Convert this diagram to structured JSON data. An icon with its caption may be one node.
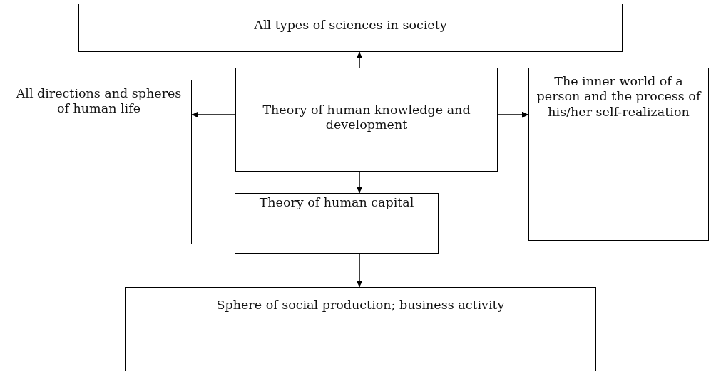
{
  "diagram": {
    "nodes": [
      {
        "text": [
          "All types of sciences in society"
        ]
      },
      {
        "text": [
          "All directions and spheres of human life"
        ]
      },
      {
        "text": [
          "Theory of human knowledge and development"
        ]
      },
      {
        "text": [
          "The inner world of a person and the process of his/her self-realization"
        ]
      },
      {
        "text": [
          "Theory of human capital"
        ]
      },
      {
        "text": [
          "Sphere of social production; business activity"
        ]
      }
    ],
    "edges": [
      {
        "from": 2,
        "to": 0,
        "arrow": "to"
      },
      {
        "from": 2,
        "to": 1,
        "arrow": "to"
      },
      {
        "from": 2,
        "to": 3,
        "arrow": "to"
      },
      {
        "from": 2,
        "to": 4,
        "arrow": "to"
      },
      {
        "from": 4,
        "to": 5,
        "arrow": "to"
      }
    ]
  }
}
